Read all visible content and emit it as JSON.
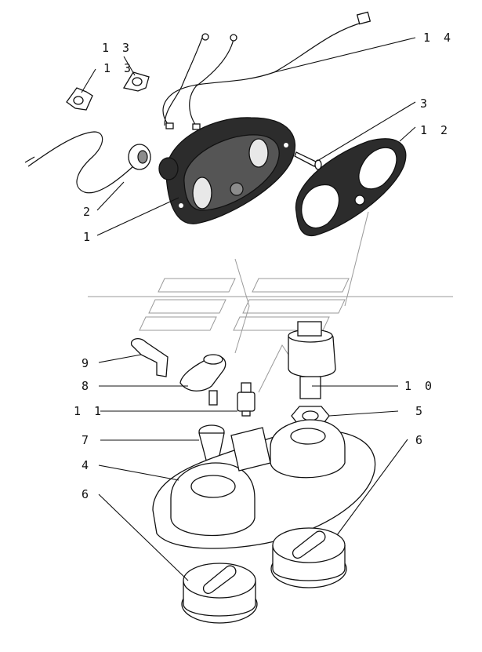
{
  "labels": [
    {
      "id": "13a",
      "text": "1 3"
    },
    {
      "id": "13b",
      "text": "1 3"
    },
    {
      "id": "14",
      "text": "1 4"
    },
    {
      "id": "3",
      "text": "3"
    },
    {
      "id": "12",
      "text": "1 2"
    },
    {
      "id": "2",
      "text": "2"
    },
    {
      "id": "1",
      "text": "1"
    },
    {
      "id": "9",
      "text": "9"
    },
    {
      "id": "8",
      "text": "8"
    },
    {
      "id": "10",
      "text": "1 0"
    },
    {
      "id": "11",
      "text": "1 1"
    },
    {
      "id": "5",
      "text": "5"
    },
    {
      "id": "7",
      "text": "7"
    },
    {
      "id": "6a",
      "text": "6"
    },
    {
      "id": "4",
      "text": "4"
    },
    {
      "id": "6b",
      "text": "6"
    }
  ]
}
